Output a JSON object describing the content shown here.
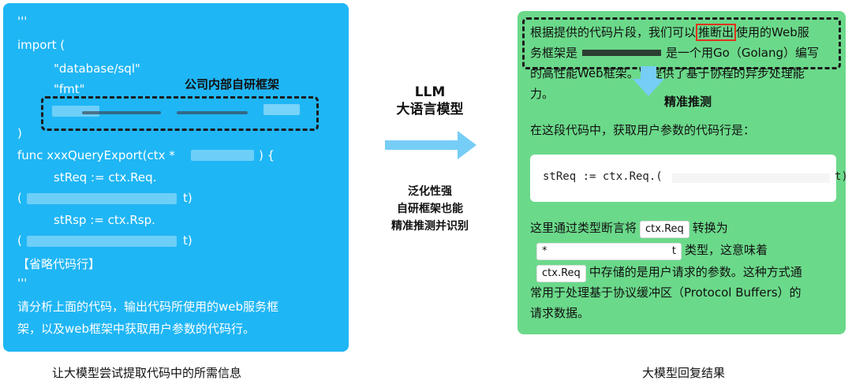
{
  "left_panel": {
    "lines": {
      "l1": "'''",
      "l2": "import (",
      "l3": "\"database/sql\"",
      "l4": "\"fmt\"",
      "l5": ")",
      "l6": "func xxxQueryExport(ctx *",
      "l6_end": ") {",
      "l7": "stReq := ctx.Req.",
      "l8a": "(",
      "l8b": "t)",
      "l9": "stRsp := ctx.Rsp.",
      "l10a": "(",
      "l10b": "t)",
      "l11": "【省略代码行】",
      "l12": "'''",
      "l13": "请分析上面的代码，输出代码所使用的web服务框",
      "l14": "架，以及web框架中获取用户参数的代码行。"
    },
    "annotation": "公司内部自研框架",
    "caption": "让大模型尝试提取代码中的所需信息"
  },
  "middle": {
    "title1": "LLM",
    "title2": "大语言模型",
    "note1": "泛化性强",
    "note2": "自研框架也能",
    "note3": "精准推测并识别"
  },
  "right_panel": {
    "p1a": "根据提供的代码片段，我们可以",
    "p1_highlight": "推断出",
    "p1b": "使用的Web服",
    "p2a": "务框架是",
    "p2b": "是一个用Go（Golang）编写",
    "p3": "的高性能Web框架。它提供了基于协程的异步处理能",
    "p4": "力。",
    "annotation": "精准推测",
    "p5": "在这段代码中，获取用户参数的代码行是：",
    "code_a": "stReq := ctx.Req.(",
    "code_b": "t)",
    "p6a": "这里通过类型断言将",
    "chip1": "ctx.Req",
    "p6b": "转换为",
    "chip2a": "*",
    "chip2b": "t",
    "p7": "类型，这意味着",
    "chip3": "ctx.Req",
    "p8": "中存储的是用户请求的参数。这种方式通",
    "p9": "常用于处理基于协议缓冲区（Protocol Buffers）的",
    "p10": "请求数据。",
    "caption": "大模型回复结果"
  },
  "colors": {
    "left_bg": "#1fb6f5",
    "right_bg": "#6bd98a",
    "arrow": "#76cdf6",
    "highlight_box": "#e0331c"
  }
}
